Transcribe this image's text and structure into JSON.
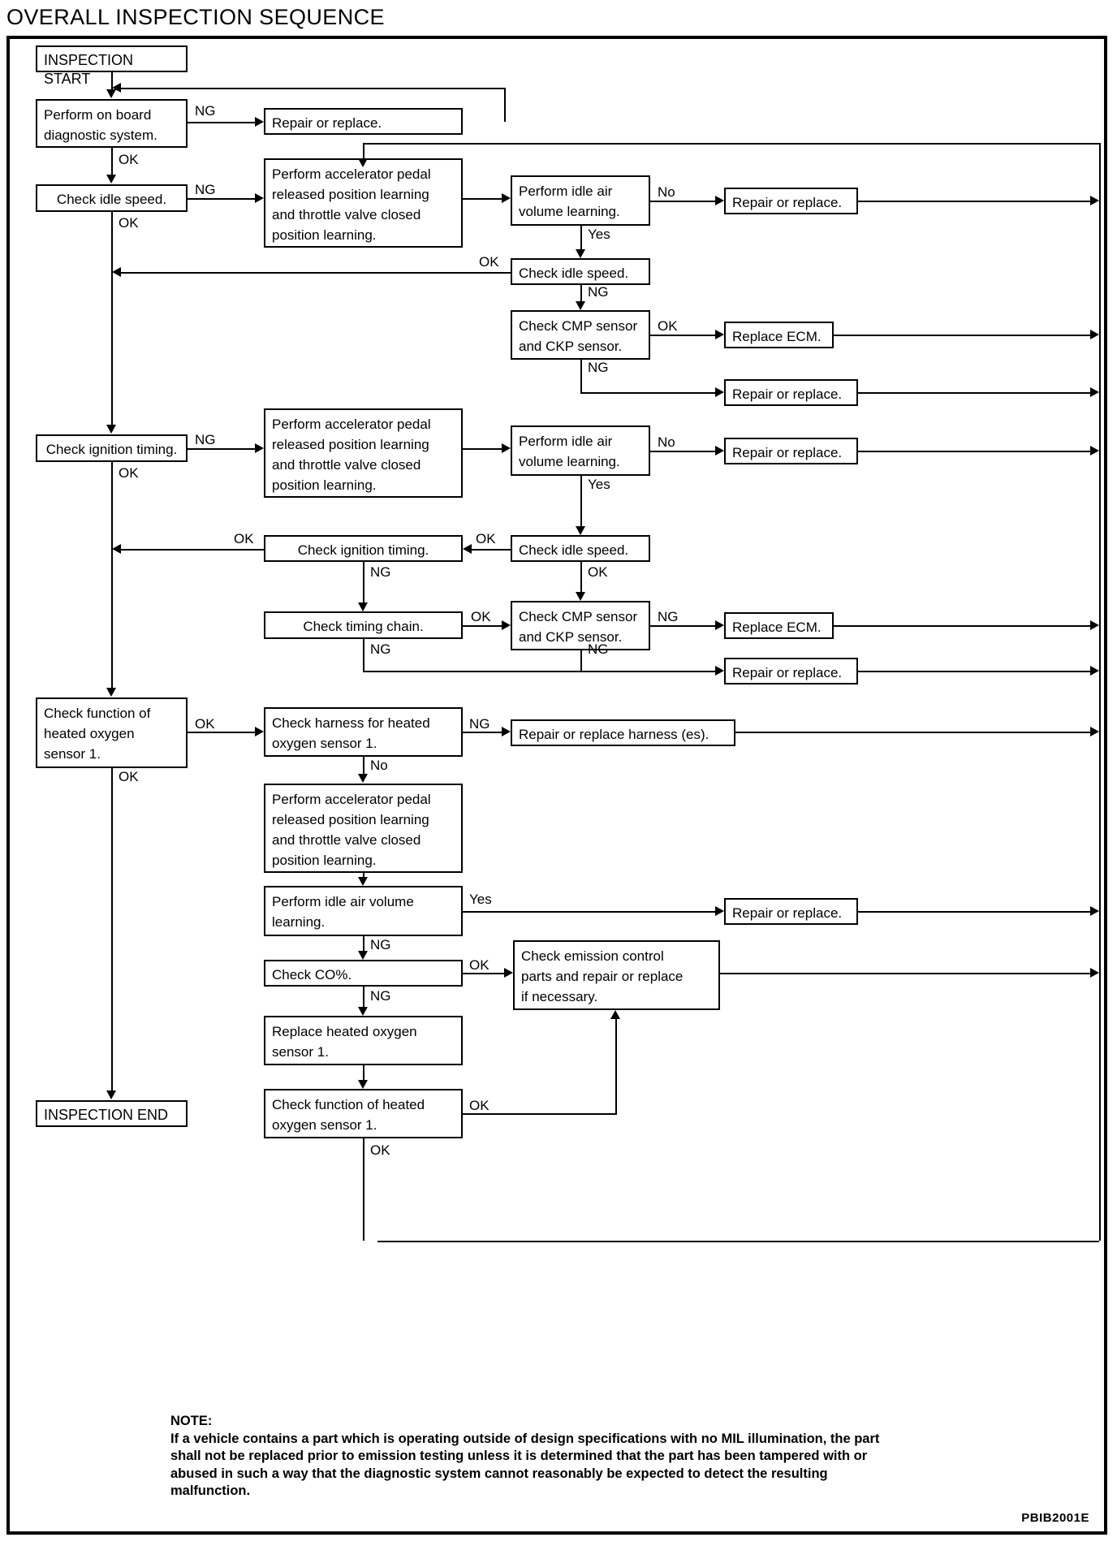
{
  "title": "OVERALL INSPECTION SEQUENCE",
  "figure_code": "PBIB2001E",
  "note": {
    "heading": "NOTE:",
    "body": "If a vehicle contains a part which is operating outside of design specifications with no MIL illumination, the part shall not be replaced prior to emission testing unless it is determined that the part has been tampered with or abused in such a way that the diagnostic system cannot reasonably be expected to detect the resulting malfunction."
  },
  "nodes": {
    "start": "INSPECTION START",
    "obd": "Perform on board\ndiagnostic system.",
    "repair1": "Repair or replace.",
    "idle_speed_1": "Check idle speed.",
    "learn_1": "Perform accelerator pedal\nreleased position learning\nand throttle valve closed\nposition learning.",
    "iavl_1": "Perform idle air\nvolume learning.",
    "repair2": "Repair or replace.",
    "idle_speed_2": "Check idle speed.",
    "cmp_ckp_1": "Check CMP sensor\nand CKP sensor.",
    "replace_ecm_1": "Replace ECM.",
    "repair3": "Repair or replace.",
    "ign_timing_1": "Check ignition timing.",
    "learn_2": "Perform accelerator pedal\nreleased position learning\nand throttle valve closed\nposition learning.",
    "iavl_2": "Perform idle air\nvolume learning.",
    "repair4": "Repair or replace.",
    "idle_speed_3": "Check idle speed.",
    "ign_timing_2": "Check ignition timing.",
    "timing_chain": "Check timing chain.",
    "cmp_ckp_2": "Check CMP sensor\nand CKP sensor.",
    "replace_ecm_2": "Replace ECM.",
    "repair5": "Repair or replace.",
    "ho2s_func_1": "Check function of\nheated oxygen\nsensor 1.",
    "ho2s_harness": "Check harness for heated\noxygen sensor 1.",
    "repair_harness": "Repair or replace harness (es).",
    "learn_3": "Perform accelerator pedal\nreleased position learning\nand throttle valve closed\nposition learning.",
    "iavl_3": "Perform idle air volume\nlearning.",
    "repair6": "Repair or replace.",
    "check_co": "Check CO%.",
    "emission": "Check emission control\nparts and repair or replace\nif necessary.",
    "replace_ho2s": "Replace heated oxygen\nsensor 1.",
    "ho2s_func_2": "Check function of heated\noxygen sensor 1.",
    "end": "INSPECTION END"
  },
  "edge_labels": {
    "ng1": "NG",
    "ok1": "OK",
    "ng2": "NG",
    "ok2": "OK",
    "no1": "No",
    "yes1": "Yes",
    "ok3": "OK",
    "ng3": "NG",
    "ok4": "OK",
    "ng4": "NG",
    "ng5": "NG",
    "ok5": "OK",
    "no2": "No",
    "yes2": "Yes",
    "ok6": "OK",
    "ok7": "OK",
    "ng6": "NG",
    "ok8": "OK",
    "ok9": "OK",
    "ng7": "NG",
    "ng8": "NG",
    "ng9": "NG",
    "ok10": "OK",
    "ng10": "NG",
    "ok11": "OK",
    "no3": "No",
    "yes3": "Yes",
    "ng11": "NG",
    "ok12": "OK",
    "ng12": "NG",
    "ok13": "OK"
  }
}
